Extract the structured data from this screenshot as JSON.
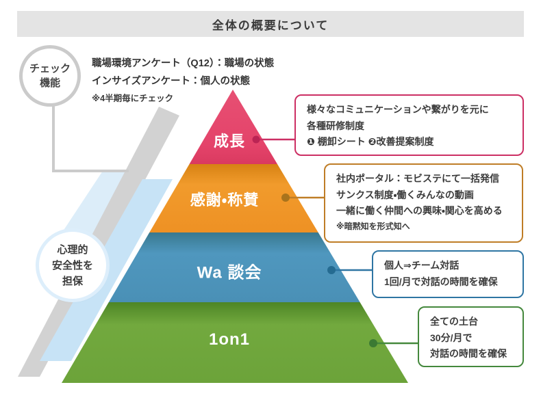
{
  "title": "全体の概要について",
  "check": {
    "circle_line1": "チェック",
    "circle_line2": "機能",
    "note1": "職場環境アンケート（Q12）：職場の状態",
    "note2": "インサイズアンケート：個人の状態",
    "note3": "※4半期毎にチェック"
  },
  "psych": {
    "line1": "心理的",
    "line2": "安全性を",
    "line3": "担保"
  },
  "pyramid": {
    "levels": [
      {
        "label": "成長",
        "color": "#e6466c"
      },
      {
        "label": "感謝・称賛",
        "color": "#ef9326"
      },
      {
        "label": "Wa 談会",
        "color": "#4b93ba"
      },
      {
        "label": "1on1",
        "color": "#6ea63b"
      }
    ]
  },
  "callouts": [
    {
      "border_color": "#cc2e63",
      "lines": [
        "様々なコミュニケーションや繋がりを元に",
        "各種研修制度",
        "❶ 棚卸シート ❷改善提案制度"
      ]
    },
    {
      "border_color": "#bf7d26",
      "lines": [
        "社内ポータル：モビステにて一括発信",
        "サンクス制度・働くみんなの動画",
        "一緒に働く仲間への興味・関心を高める"
      ],
      "note": "※暗黙知を形式知へ"
    },
    {
      "border_color": "#2e75a3",
      "lines": [
        "個人⇒チーム対話",
        "1回/月で対話の時間を確保"
      ]
    },
    {
      "border_color": "#44883c",
      "lines": [
        "全ての土台",
        "30分/月で",
        "対話の時間を確保"
      ]
    }
  ]
}
